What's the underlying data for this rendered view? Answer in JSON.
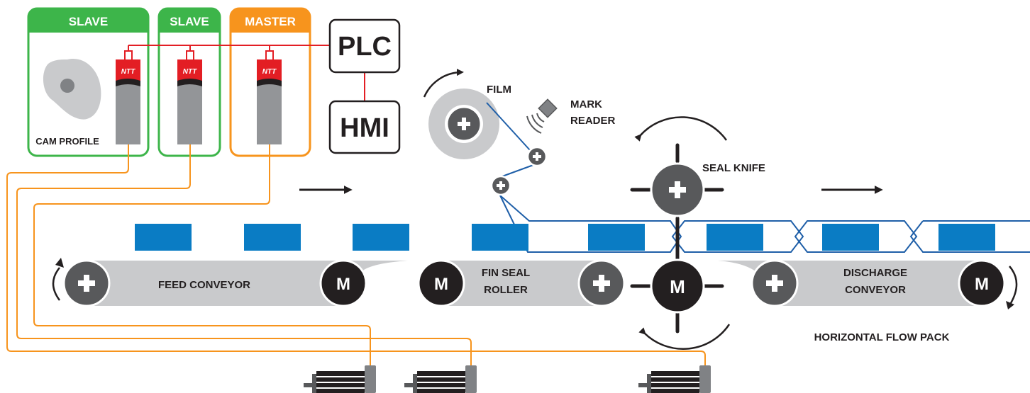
{
  "drives": [
    {
      "role": "SLAVE",
      "color": "#3db54a"
    },
    {
      "role": "SLAVE",
      "color": "#3db54a"
    },
    {
      "role": "MASTER",
      "color": "#f7941d"
    }
  ],
  "drive_brand": "NTT",
  "controllers": {
    "plc": "PLC",
    "hmi": "HMI"
  },
  "labels": {
    "cam_profile": "CAM PROFILE",
    "film": "FILM",
    "mark_reader_line1": "MARK",
    "mark_reader_line2": "READER",
    "seal_knife": "SEAL KNIFE",
    "feed_conveyor": "FEED CONVEYOR",
    "fin_seal_line1": "FIN SEAL",
    "fin_seal_line2": "ROLLER",
    "discharge_line1": "DISCHARGE",
    "discharge_line2": "CONVEYOR",
    "machine_title": "HORIZONTAL FLOW PACK"
  },
  "motor_symbol": "M",
  "colors": {
    "product": "#0a7cc4",
    "film": "#1f5fa8",
    "control_wire": "#e31e24",
    "feedback_wire": "#f7941d",
    "conveyor": "#c9cacc",
    "idler": "#58595b",
    "motor": "#231f20"
  },
  "icons": [
    "plus-icon",
    "motor-icon",
    "rotation-arrow-icon",
    "flow-arrow-icon",
    "sensor-icon",
    "servo-motor-icon"
  ]
}
